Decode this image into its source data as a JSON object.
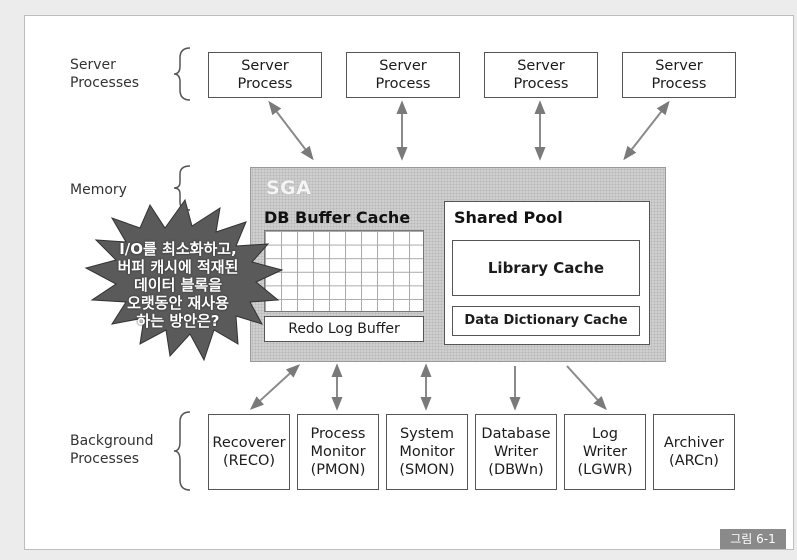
{
  "groups": {
    "server": "Server\nProcesses",
    "memory": "Memory",
    "background": "Background\nProcesses"
  },
  "server_processes": [
    {
      "label": "Server\nProcess"
    },
    {
      "label": "Server\nProcess"
    },
    {
      "label": "Server\nProcess"
    },
    {
      "label": "Server\nProcess"
    }
  ],
  "sga": {
    "title": "SGA",
    "db_buffer_cache": "DB Buffer Cache",
    "redo_log_buffer": "Redo Log Buffer",
    "shared_pool": "Shared Pool",
    "library_cache": "Library Cache",
    "data_dictionary_cache": "Data Dictionary Cache"
  },
  "callout": {
    "text": "I/O를 최소화하고,\n버퍼 캐시에 적재된\n데이터 블록을\n오랫동안 재사용\n하는 방안은?"
  },
  "background_processes": [
    {
      "label": "Recoverer\n(RECO)"
    },
    {
      "label": "Process\nMonitor\n(PMON)"
    },
    {
      "label": "System\nMonitor\n(SMON)"
    },
    {
      "label": "Database\nWriter\n(DBWn)"
    },
    {
      "label": "Log\nWriter\n(LGWR)"
    },
    {
      "label": "Archiver\n(ARCn)"
    }
  ],
  "figure_label": "그림 6-1",
  "colors": {
    "sga_fill": "#cfcfcf",
    "burst_fill": "#5a5a5a",
    "badge_fill": "#8a8a8a"
  }
}
